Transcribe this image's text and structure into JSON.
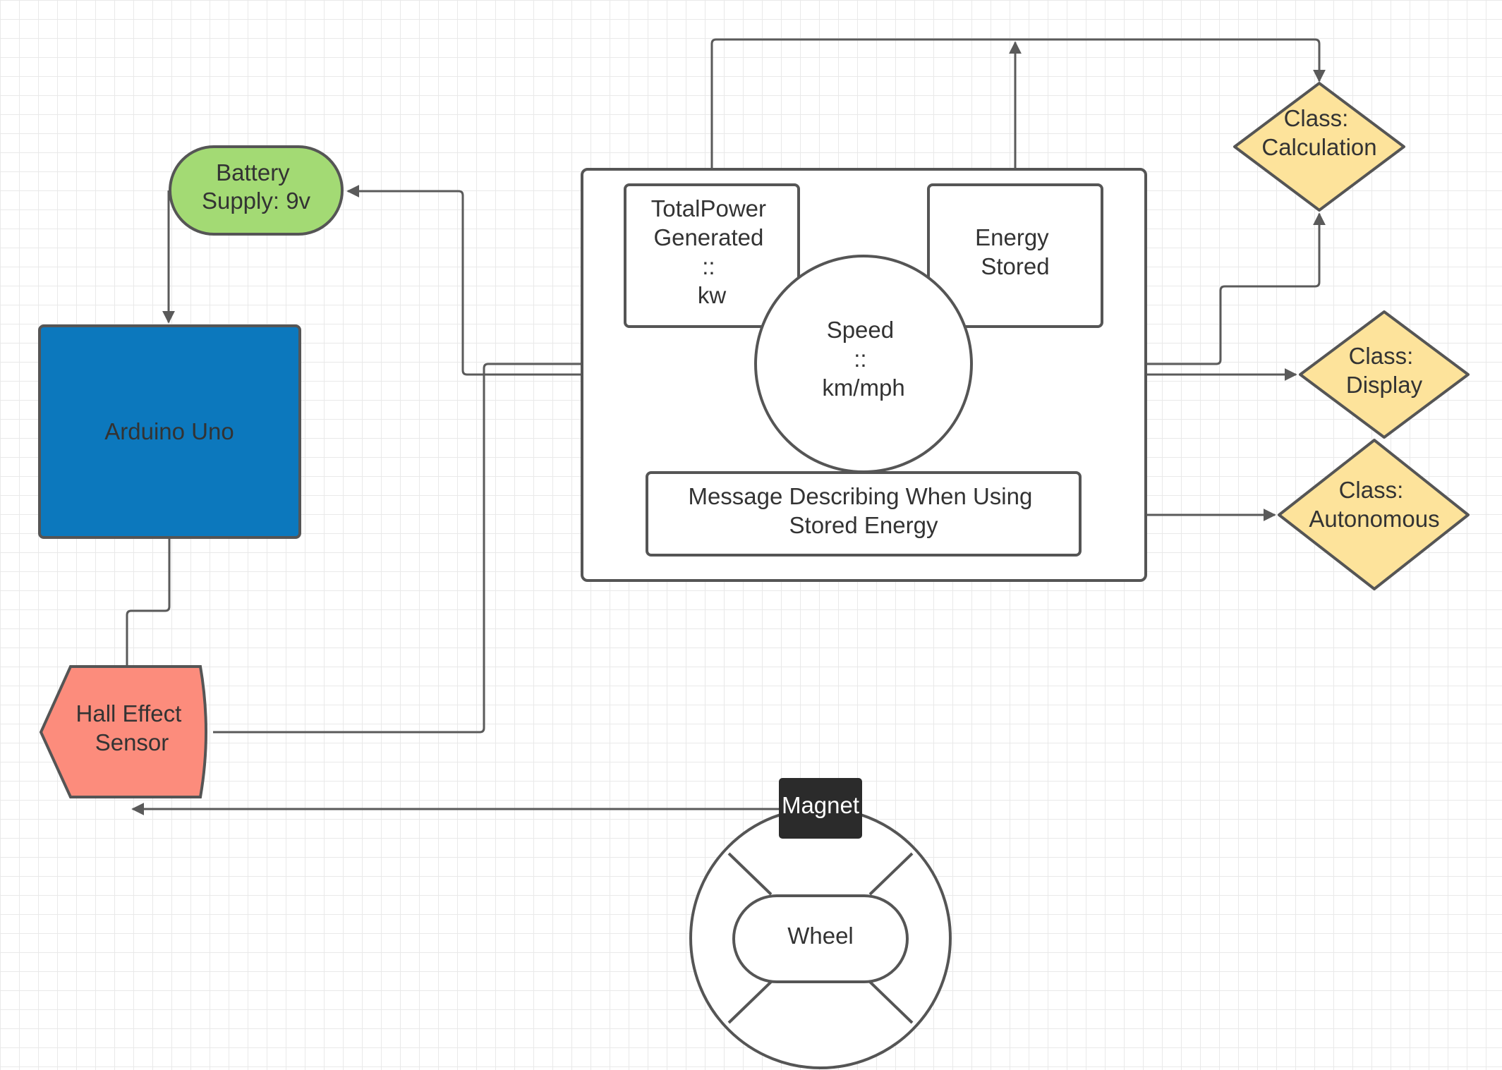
{
  "nodes": {
    "battery": {
      "lines": [
        "Battery",
        "Supply: 9v"
      ],
      "color": "#a3da74"
    },
    "arduino": {
      "lines": [
        "Arduino Uno"
      ],
      "color": "#0c78bd"
    },
    "hall": {
      "lines": [
        "Hall Effect",
        "Sensor"
      ],
      "color": "#fc8c7c"
    },
    "total_power": {
      "lines": [
        "TotalPower",
        "Generated",
        "::",
        "kw"
      ]
    },
    "energy_stored": {
      "lines": [
        "Energy",
        "Stored"
      ]
    },
    "speed": {
      "lines": [
        "Speed",
        "::",
        "km/mph"
      ]
    },
    "message": {
      "lines": [
        "Message Describing When Using",
        "Stored Energy"
      ]
    },
    "class_calculation": {
      "lines": [
        "Class:",
        "Calculation"
      ],
      "color": "#fde39b"
    },
    "class_display": {
      "lines": [
        "Class:",
        "Display"
      ],
      "color": "#fde39b"
    },
    "class_autonomous": {
      "lines": [
        "Class:",
        "Autonomous"
      ],
      "color": "#fde39b"
    },
    "magnet": {
      "lines": [
        "Magnet"
      ],
      "color": "#2b2b2b"
    },
    "wheel": {
      "lines": [
        "Wheel"
      ]
    }
  },
  "colors": {
    "grid": "#e9e9e9",
    "stroke": "#555555",
    "text": "#333333"
  }
}
